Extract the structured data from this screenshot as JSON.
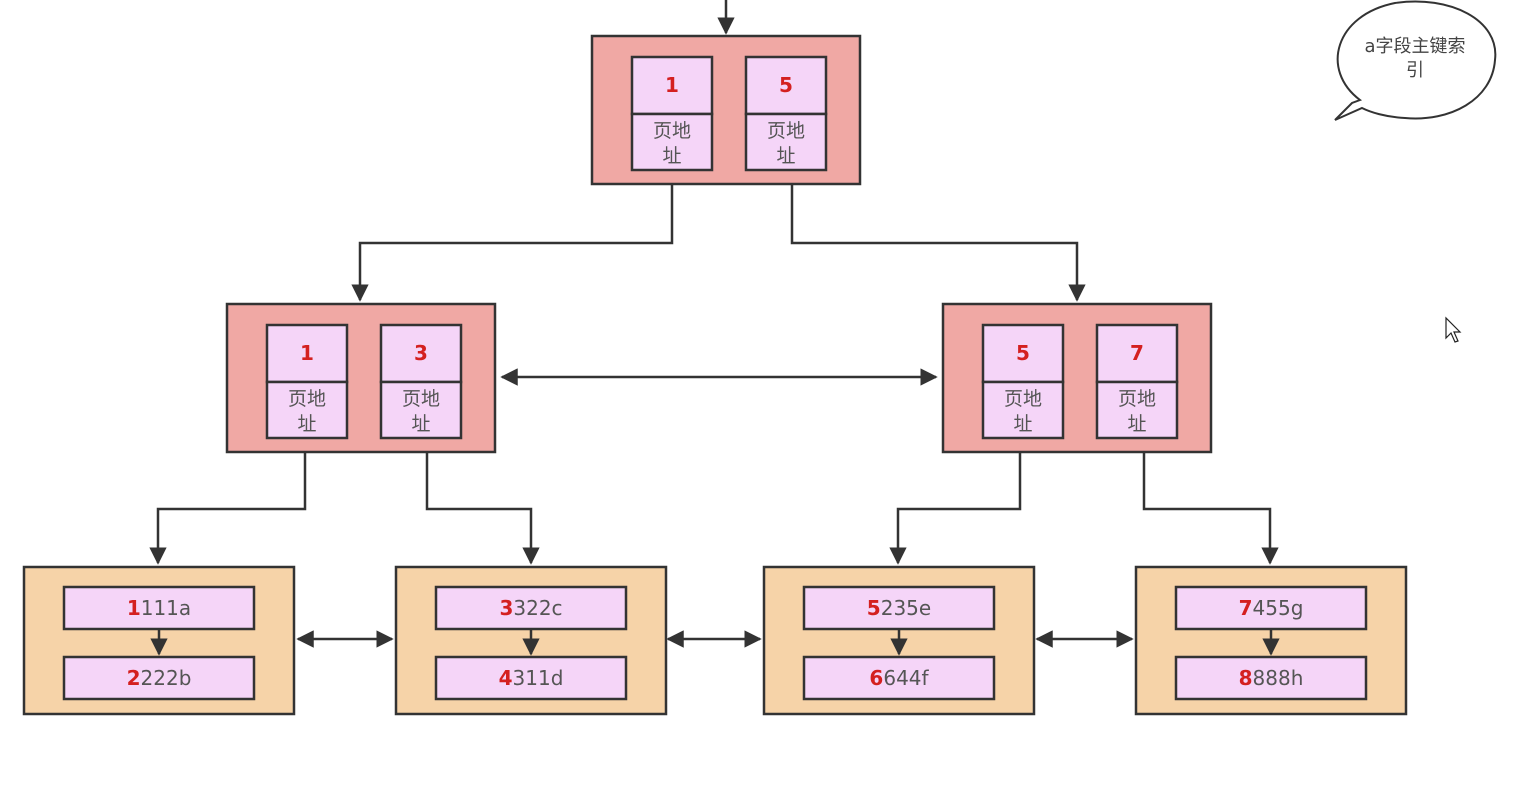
{
  "colors": {
    "internal_node_fill": "#f0a8a4",
    "leaf_node_fill": "#f6d3a8",
    "cell_fill": "#f5d5f8",
    "key_color": "#d42020",
    "stroke": "#333333"
  },
  "root": {
    "entries": [
      {
        "key": "1",
        "label_line1": "页地",
        "label_line2": "址"
      },
      {
        "key": "5",
        "label_line1": "页地",
        "label_line2": "址"
      }
    ]
  },
  "internal_nodes": [
    {
      "entries": [
        {
          "key": "1",
          "label_line1": "页地",
          "label_line2": "址"
        },
        {
          "key": "3",
          "label_line1": "页地",
          "label_line2": "址"
        }
      ]
    },
    {
      "entries": [
        {
          "key": "5",
          "label_line1": "页地",
          "label_line2": "址"
        },
        {
          "key": "7",
          "label_line1": "页地",
          "label_line2": "址"
        }
      ]
    }
  ],
  "leaf_nodes": [
    {
      "records": [
        {
          "key": "1",
          "rest": "111a"
        },
        {
          "key": "2",
          "rest": "222b"
        }
      ]
    },
    {
      "records": [
        {
          "key": "3",
          "rest": "322c"
        },
        {
          "key": "4",
          "rest": "311d"
        }
      ]
    },
    {
      "records": [
        {
          "key": "5",
          "rest": "235e"
        },
        {
          "key": "6",
          "rest": "644f"
        }
      ]
    },
    {
      "records": [
        {
          "key": "7",
          "rest": "455g"
        },
        {
          "key": "8",
          "rest": "888h"
        }
      ]
    }
  ],
  "callout": {
    "line1": "a字段主键索",
    "line2": "引"
  },
  "icons": {
    "cursor": "mouse-pointer-icon"
  }
}
